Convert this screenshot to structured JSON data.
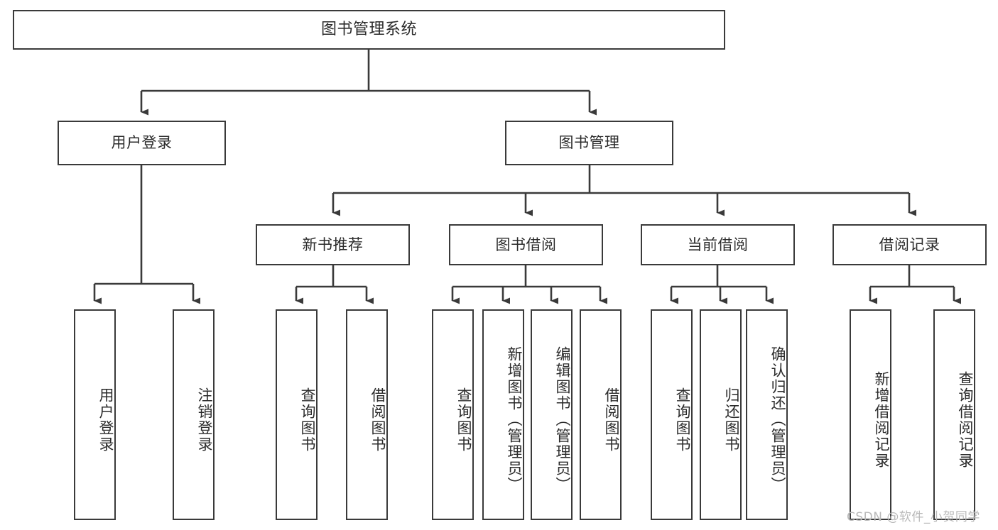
{
  "diagram": {
    "title": "图书管理系统",
    "type": "functional-structure-tree",
    "watermark": "CSDN @软件_小贺同学",
    "colors": {
      "box_border": "#3a3a3a",
      "box_fill": "#ffffff",
      "line": "#3a3a3a",
      "text": "#2b2b2b",
      "watermark": "#b9b9b9",
      "background": "#ffffff"
    },
    "root": {
      "label": "图书管理系统"
    },
    "level2": [
      {
        "id": "user-login",
        "label": "用户登录"
      },
      {
        "id": "book-manage",
        "label": "图书管理"
      }
    ],
    "level3": [
      {
        "id": "new-book-recommend",
        "label": "新书推荐"
      },
      {
        "id": "book-borrow",
        "label": "图书借阅"
      },
      {
        "id": "current-borrow",
        "label": "当前借阅"
      },
      {
        "id": "borrow-record",
        "label": "借阅记录"
      }
    ],
    "leaves": {
      "user_login": [
        {
          "id": "leaf-user-login",
          "label": "用户登录"
        },
        {
          "id": "leaf-logout",
          "label": "注销登录"
        }
      ],
      "new_book_recommend": [
        {
          "id": "leaf-query-book-1",
          "label": "查询图书"
        },
        {
          "id": "leaf-borrow-book-1",
          "label": "借阅图书"
        }
      ],
      "book_borrow": [
        {
          "id": "leaf-query-book-2",
          "label": "查询图书"
        },
        {
          "id": "leaf-add-book",
          "label": "新增图书（管理员）"
        },
        {
          "id": "leaf-edit-book",
          "label": "编辑图书（管理员）"
        },
        {
          "id": "leaf-borrow-book-2",
          "label": "借阅图书"
        }
      ],
      "current_borrow": [
        {
          "id": "leaf-query-book-3",
          "label": "查询图书"
        },
        {
          "id": "leaf-return-book",
          "label": "归还图书"
        },
        {
          "id": "leaf-confirm-return",
          "label": "确认归还（管理员）"
        }
      ],
      "borrow_record": [
        {
          "id": "leaf-add-record",
          "label": "新增借阅记录"
        },
        {
          "id": "leaf-query-record",
          "label": "查询借阅记录"
        }
      ]
    }
  }
}
